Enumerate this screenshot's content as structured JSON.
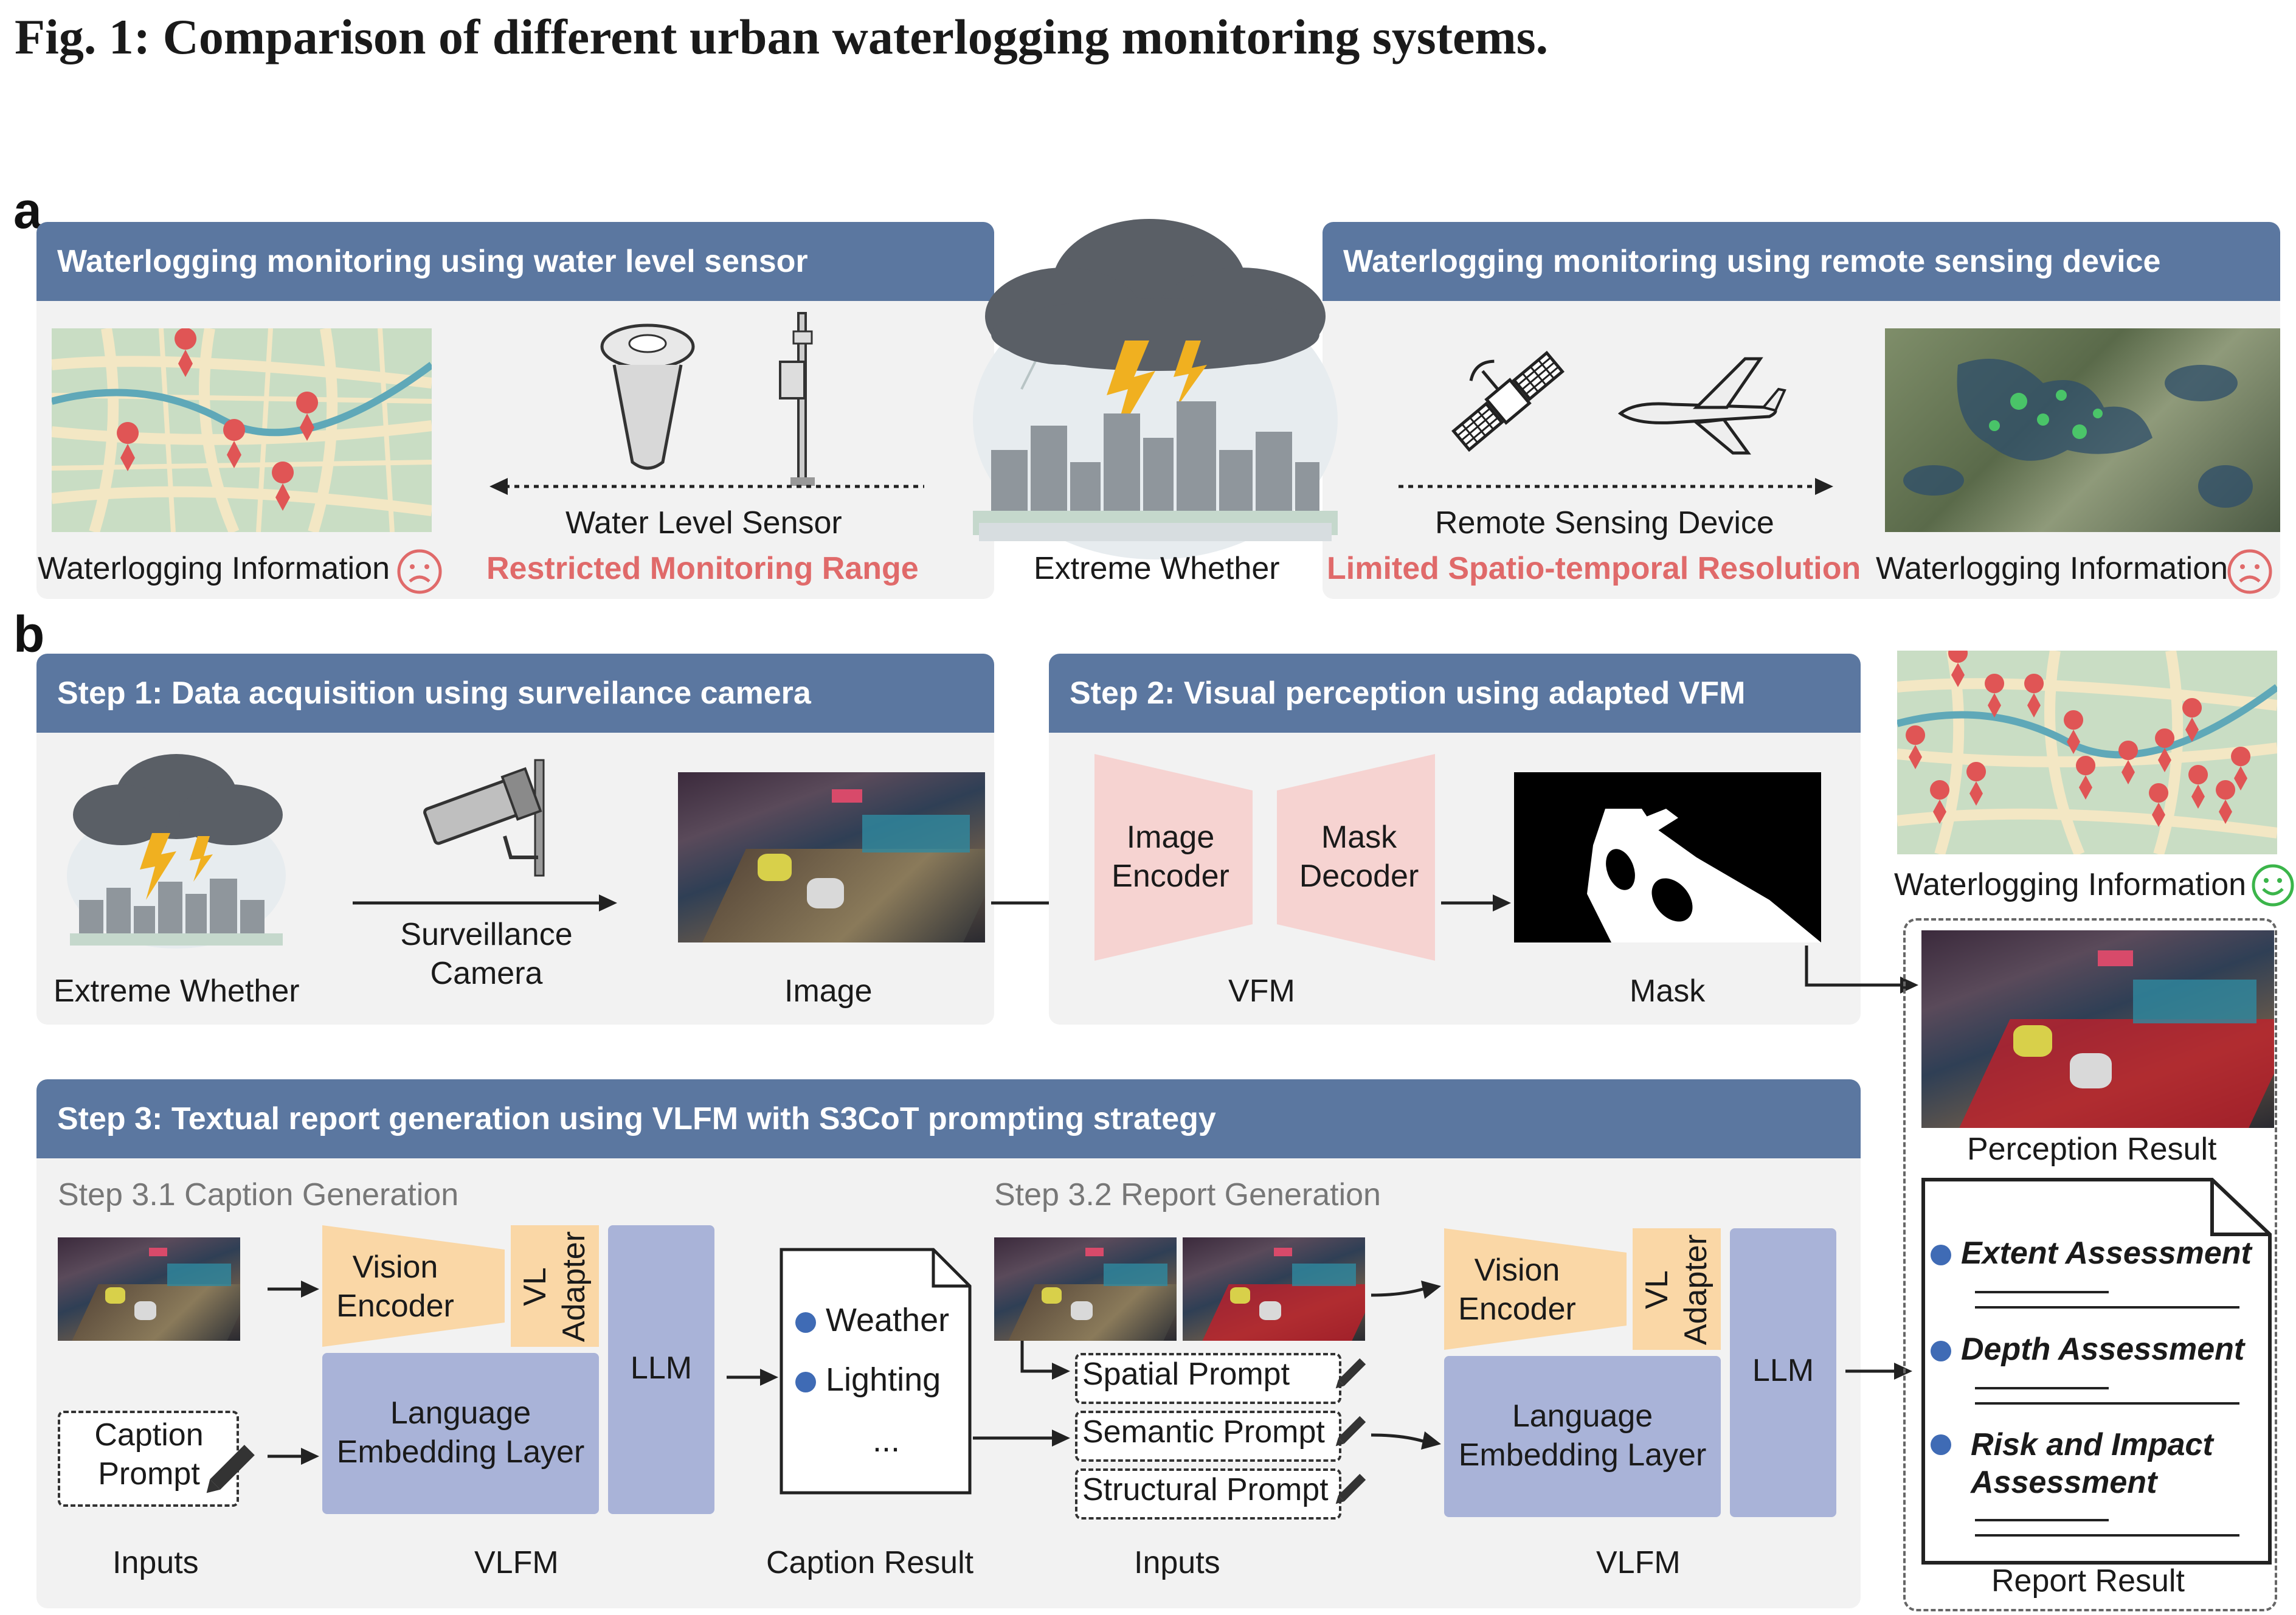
{
  "figure": {
    "title": "Fig. 1: Comparison of different urban waterlogging monitoring systems."
  },
  "panel_a": {
    "label": "a",
    "left": {
      "header": "Waterlogging monitoring using water level sensor",
      "device_label": "Water Level Sensor",
      "problem": "Restricted Monitoring Range",
      "output_label": "Waterlogging Information"
    },
    "center": {
      "label": "Extreme Whether"
    },
    "right": {
      "header": "Waterlogging monitoring using remote sensing device",
      "device_label": "Remote Sensing Device",
      "problem": "Limited Spatio-temporal Resolution",
      "output_label": "Waterlogging Information"
    }
  },
  "panel_b": {
    "label": "b",
    "step1": {
      "header": "Step 1: Data acquisition using surveilance camera",
      "weather_label": "Extreme Whether",
      "camera_label": "Surveillance\nCamera",
      "image_label": "Image"
    },
    "step2": {
      "header": "Step 2: Visual perception using adapted VFM",
      "encoder": "Image\nEncoder",
      "decoder": "Mask\nDecoder",
      "vfm_label": "VFM",
      "mask_label": "Mask"
    },
    "step3": {
      "header": "Step 3: Textual report generation using VLFM with S3CoT prompting strategy",
      "sub1": "Step 3.1 Caption Generation",
      "sub2": "Step 3.2 Report Generation",
      "vision_encoder": "Vision\nEncoder",
      "vl_adapter": "VL\nAdapter",
      "language_embedding": "Language\nEmbedding Layer",
      "llm": "LLM",
      "caption_prompt": "Caption\nPrompt",
      "caption_items": [
        "Weather",
        "Lighting",
        "..."
      ],
      "prompts": [
        "Spatial Prompt",
        "Semantic Prompt",
        "Structural Prompt"
      ],
      "inputs_label": "Inputs",
      "vlfm_label": "VLFM",
      "caption_result_label": "Caption Result"
    },
    "output": {
      "info_label": "Waterlogging Information",
      "perception_label": "Perception Result",
      "report_items": [
        "Extent Assessment",
        "Depth Assessment",
        "Risk and Impact\nAssessment"
      ],
      "report_label": "Report Result"
    }
  },
  "colors": {
    "header_blue": "#5b77a0",
    "panel_gray": "#f2f2f2",
    "warning_red": "#e06a6a",
    "encoder_pink": "#f6d3d1",
    "vision_orange": "#fad7a6",
    "vlfm_purple": "#a9b3d8",
    "bullet_blue": "#3f6bb5",
    "smile_green": "#3bb54a",
    "sad_red": "#e06a6a"
  }
}
